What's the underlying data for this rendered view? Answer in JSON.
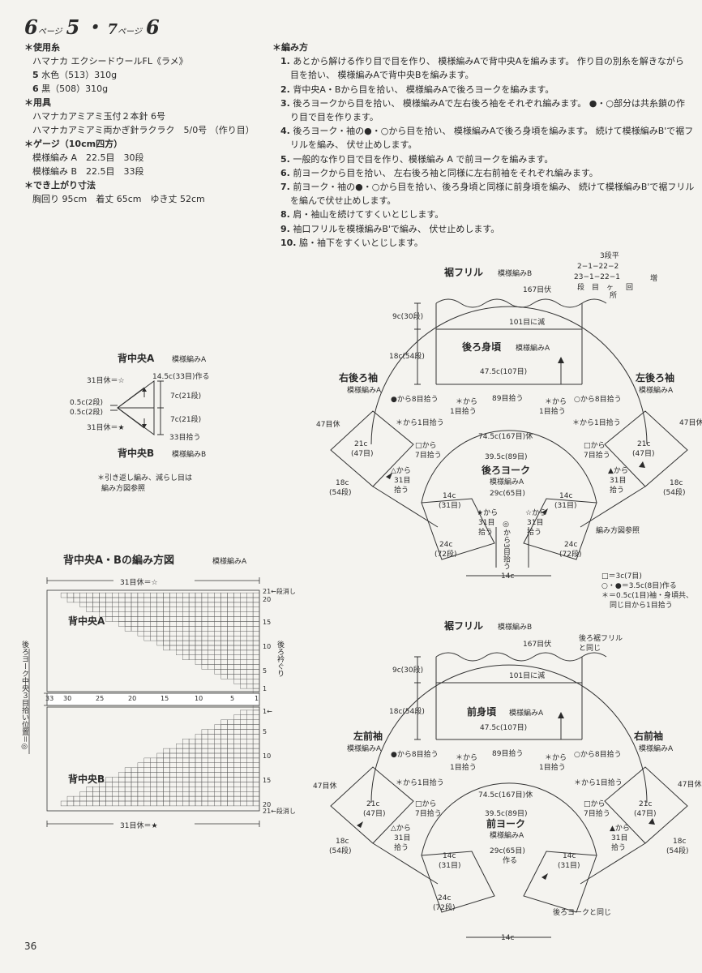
{
  "header": {
    "p1": "6",
    "p1s": "ページ",
    "n1": "5",
    "dot": "・",
    "p2": "7",
    "p2s": "ページ",
    "n2": "6"
  },
  "materials": {
    "yarn_head": "＊使用糸",
    "yarn_name": "ハマナカ エクシードウールFL《ラメ》",
    "c5_n": "5",
    "c5": "水色（513）310g",
    "c6_n": "6",
    "c6": "黒（508）310g",
    "tools_head": "＊用具",
    "tool1": "ハマナカアミアミ玉付２本針 6号",
    "tool2": "ハマナカアミアミ両かぎ針ラクラク　5/0号 （作り目）",
    "gauge_head": "＊ゲージ（10cm四方）",
    "gauge_a": "模様編み A　22.5目　30段",
    "gauge_b": "模様編み B　22.5目　33段",
    "size_head": "＊でき上がり寸法",
    "size": "胸回り 95cm　着丈 65cm　ゆき丈 52cm"
  },
  "instructions": {
    "head": "＊編み方",
    "s1n": "1.",
    "s1": "あとから解ける作り目で目を作り、 模様編みAで背中央Aを編みます。 作り目の別糸を解きながら",
    "s1c": "目を拾い、 模様編みAで背中央Bを編みます。",
    "s2n": "2.",
    "s2": "背中央A・Bから目を拾い、 模様編みAで後ろヨークを編みます。",
    "s3n": "3.",
    "s3": "後ろヨークから目を拾い、 模様編みAで左右後ろ袖をそれぞれ編みます。 ●・○部分は共糸鎖の作",
    "s3c": "り目で目を作ります。",
    "s4n": "4.",
    "s4": "後ろヨーク・袖の●・○から目を拾い、 模様編みAで後ろ身頃を編みます。 続けて模様編みB'で裾フ",
    "s4c": "リルを編み、 伏せ止めします。",
    "s5n": "5.",
    "s5": "一般的な作り目で目を作り、模様編み A で前ヨークを編みます。",
    "s6n": "6.",
    "s6": "前ヨークから目を拾い、 左右後ろ袖と同様に左右前袖をそれぞれ編みます。",
    "s7n": "7.",
    "s7": "前ヨーク・袖の●・○から目を拾い、後ろ身頃と同様に前身頃を編み、 続けて模様編みB'で裾フリル",
    "s7c": "を編んで伏せ止めします。",
    "s8n": "8.",
    "s8": "肩・袖山を続けてすくいとじします。",
    "s9n": "9.",
    "s9": "袖口フリルを模様編みB'で編み、 伏せ止めします。",
    "s10n": "10.",
    "s10": "脇・袖下をすくいとじします。"
  },
  "small": {
    "titleA": "背中央A",
    "patA": "模様編みA",
    "t31a": "31目休＝☆",
    "t145": "14.5c(33目)作る",
    "t05a": "0.5c(2段)",
    "t05b": "0.5c(2段)",
    "t7a": "7c(21段)",
    "t7b": "7c(21段)",
    "t33": "33目拾う",
    "t31b": "31目休＝★",
    "titleB": "背中央B",
    "patB": "模様編みB",
    "note1": "＊引き返し編み、減らし目は",
    "note2": "編み方図参照"
  },
  "chart": {
    "title": "背中央A・Bの編み方図",
    "pat": "模様編みA",
    "top": "31目休＝☆",
    "bottom": "31目休＝★",
    "labA": "背中央A",
    "labB": "背中央B",
    "r21t": "21←段消し",
    "r20t": "20",
    "r15t": "15",
    "r10t": "10",
    "r5t": "5",
    "r1t": "1",
    "r1b": "1←",
    "r5b": "5",
    "r10b": "10",
    "r15b": "15",
    "r20b": "20",
    "r21b": "21←段消し",
    "neck": "後ろ衿ぐり",
    "side": "後ろヨーク中央３目拾い位置＝◎",
    "c33": "33",
    "c30": "30",
    "c25": "25",
    "c20": "20",
    "c15": "15",
    "c10": "10",
    "c5": "5",
    "c1": "1"
  },
  "back": {
    "frill": "裾フリル",
    "frillpat": "模様編みB",
    "inc1": "3段平",
    "inc2": "2−1−22−2",
    "inc3": "23−1−22−1",
    "inc4": "段　目　ヶ",
    "inc5": "所",
    "inc6": "回",
    "inc7": "増",
    "cast": "167目伏",
    "dec": "101目に減",
    "h9": "9c(30段)",
    "h18": "18c(54段)",
    "body": "後ろ身頃",
    "bodypat": "模様編みA",
    "w475": "47.5c(107目)",
    "w89": "89目拾う",
    "pickB1": "●から8目拾う",
    "pickW1": "○から8目拾う",
    "ast1": "＊から",
    "ast1b": "1目拾う",
    "ast2": "＊から",
    "ast2b": "1目拾う",
    "rsl": "右後ろ袖",
    "rslpat": "模様編みA",
    "lsl": "左後ろ袖",
    "lslpat": "模様編みA",
    "r47": "47目休",
    "l47": "47目休",
    "rast": "＊から1目拾う",
    "last": "＊から1目拾う",
    "r21": "21c",
    "r47s": "(47目)",
    "l21": "21c",
    "l47s": "(47目)",
    "rsq": "□から",
    "rsq2": "7目拾う",
    "lsq": "□から",
    "lsq2": "7目拾う",
    "r18": "18c",
    "r54": "(54段)",
    "l18": "18c",
    "l54": "(54段)",
    "rtri": "△から",
    "rtri2": "31目",
    "rtri3": "拾う",
    "ltri": "▲から",
    "ltri2": "31目",
    "ltri3": "拾う",
    "yw745": "74.5c(167目)休",
    "yw395": "39.5c(89目)",
    "yoke": "後ろヨーク",
    "yokepat": "模様編みA",
    "yw29": "29c(65目)",
    "y14l": "14c",
    "y31l": "(31目)",
    "y14r": "14c",
    "y31r": "(31目)",
    "sb": "★から",
    "sb2": "31目",
    "sb3": "拾う",
    "sw": "☆から",
    "sw2": "31目",
    "sw3": "拾う",
    "center": "◎から3目拾う",
    "ref": "編み方図参照",
    "c24l": "24c",
    "c72l": "(72段)",
    "c24r": "24c",
    "c72r": "(72段)",
    "w14": "14c"
  },
  "legend": {
    "l1": "□＝3c(7目)",
    "l2": "○・●＝3.5c(8目)作る",
    "l3": "＊＝0.5c(1目)袖・身頃共、",
    "l4": "同じ目から1目拾う"
  },
  "front": {
    "frill": "裾フリル",
    "frillpat": "模様編みB",
    "same1": "後ろ裾フリル",
    "same2": "と同じ",
    "cast": "167目伏",
    "dec": "101目に減",
    "h9": "9c(30段)",
    "h18": "18c(54段)",
    "body": "前身頃",
    "bodypat": "模様編みA",
    "w475": "47.5c(107目)",
    "w89": "89目拾う",
    "pickB1": "●から8目拾う",
    "pickW1": "○から8目拾う",
    "ast1": "＊から",
    "ast1b": "1目拾う",
    "ast2": "＊から",
    "ast2b": "1目拾う",
    "lsl": "左前袖",
    "lslpat": "模様編みA",
    "rsl": "右前袖",
    "rslpat": "模様編みA",
    "l47": "47目休",
    "r47": "47目休",
    "last": "＊から1目拾う",
    "rast": "＊から1目拾う",
    "l21": "21c",
    "l47s": "(47目)",
    "r21": "21c",
    "r47s": "(47目)",
    "lsq": "□から",
    "lsq2": "7目拾う",
    "rsq": "□から",
    "rsq2": "7目拾う",
    "l18": "18c",
    "l54": "(54段)",
    "r18": "18c",
    "r54": "(54段)",
    "ltri": "△から",
    "ltri2": "31目",
    "ltri3": "拾う",
    "rtri": "▲から",
    "rtri2": "31目",
    "rtri3": "拾う",
    "yw745": "74.5c(167目)休",
    "yw395": "39.5c(89目)",
    "yoke": "前ヨーク",
    "yokepat": "模様編みA",
    "yw29": "29c(65目)",
    "make": "作る",
    "y14l": "14c",
    "y31l": "(31目)",
    "y14r": "14c",
    "y31r": "(31目)",
    "c24l": "24c",
    "c72l": "(72段)",
    "same": "後ろヨークと同じ",
    "w14": "14c"
  },
  "page_number": "36"
}
